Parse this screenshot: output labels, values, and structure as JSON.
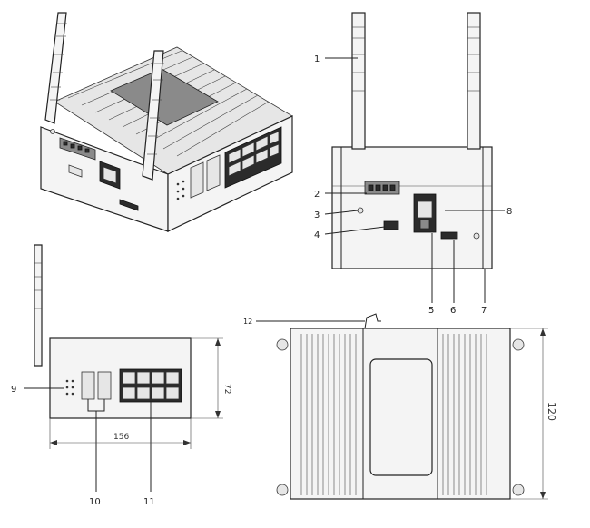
{
  "callouts": [
    "1",
    "2",
    "3",
    "4",
    "5",
    "6",
    "7",
    "8",
    "9",
    "10",
    "11",
    "12"
  ],
  "dimensions": {
    "side_height": "72",
    "side_width": "156",
    "top_height": "120"
  }
}
